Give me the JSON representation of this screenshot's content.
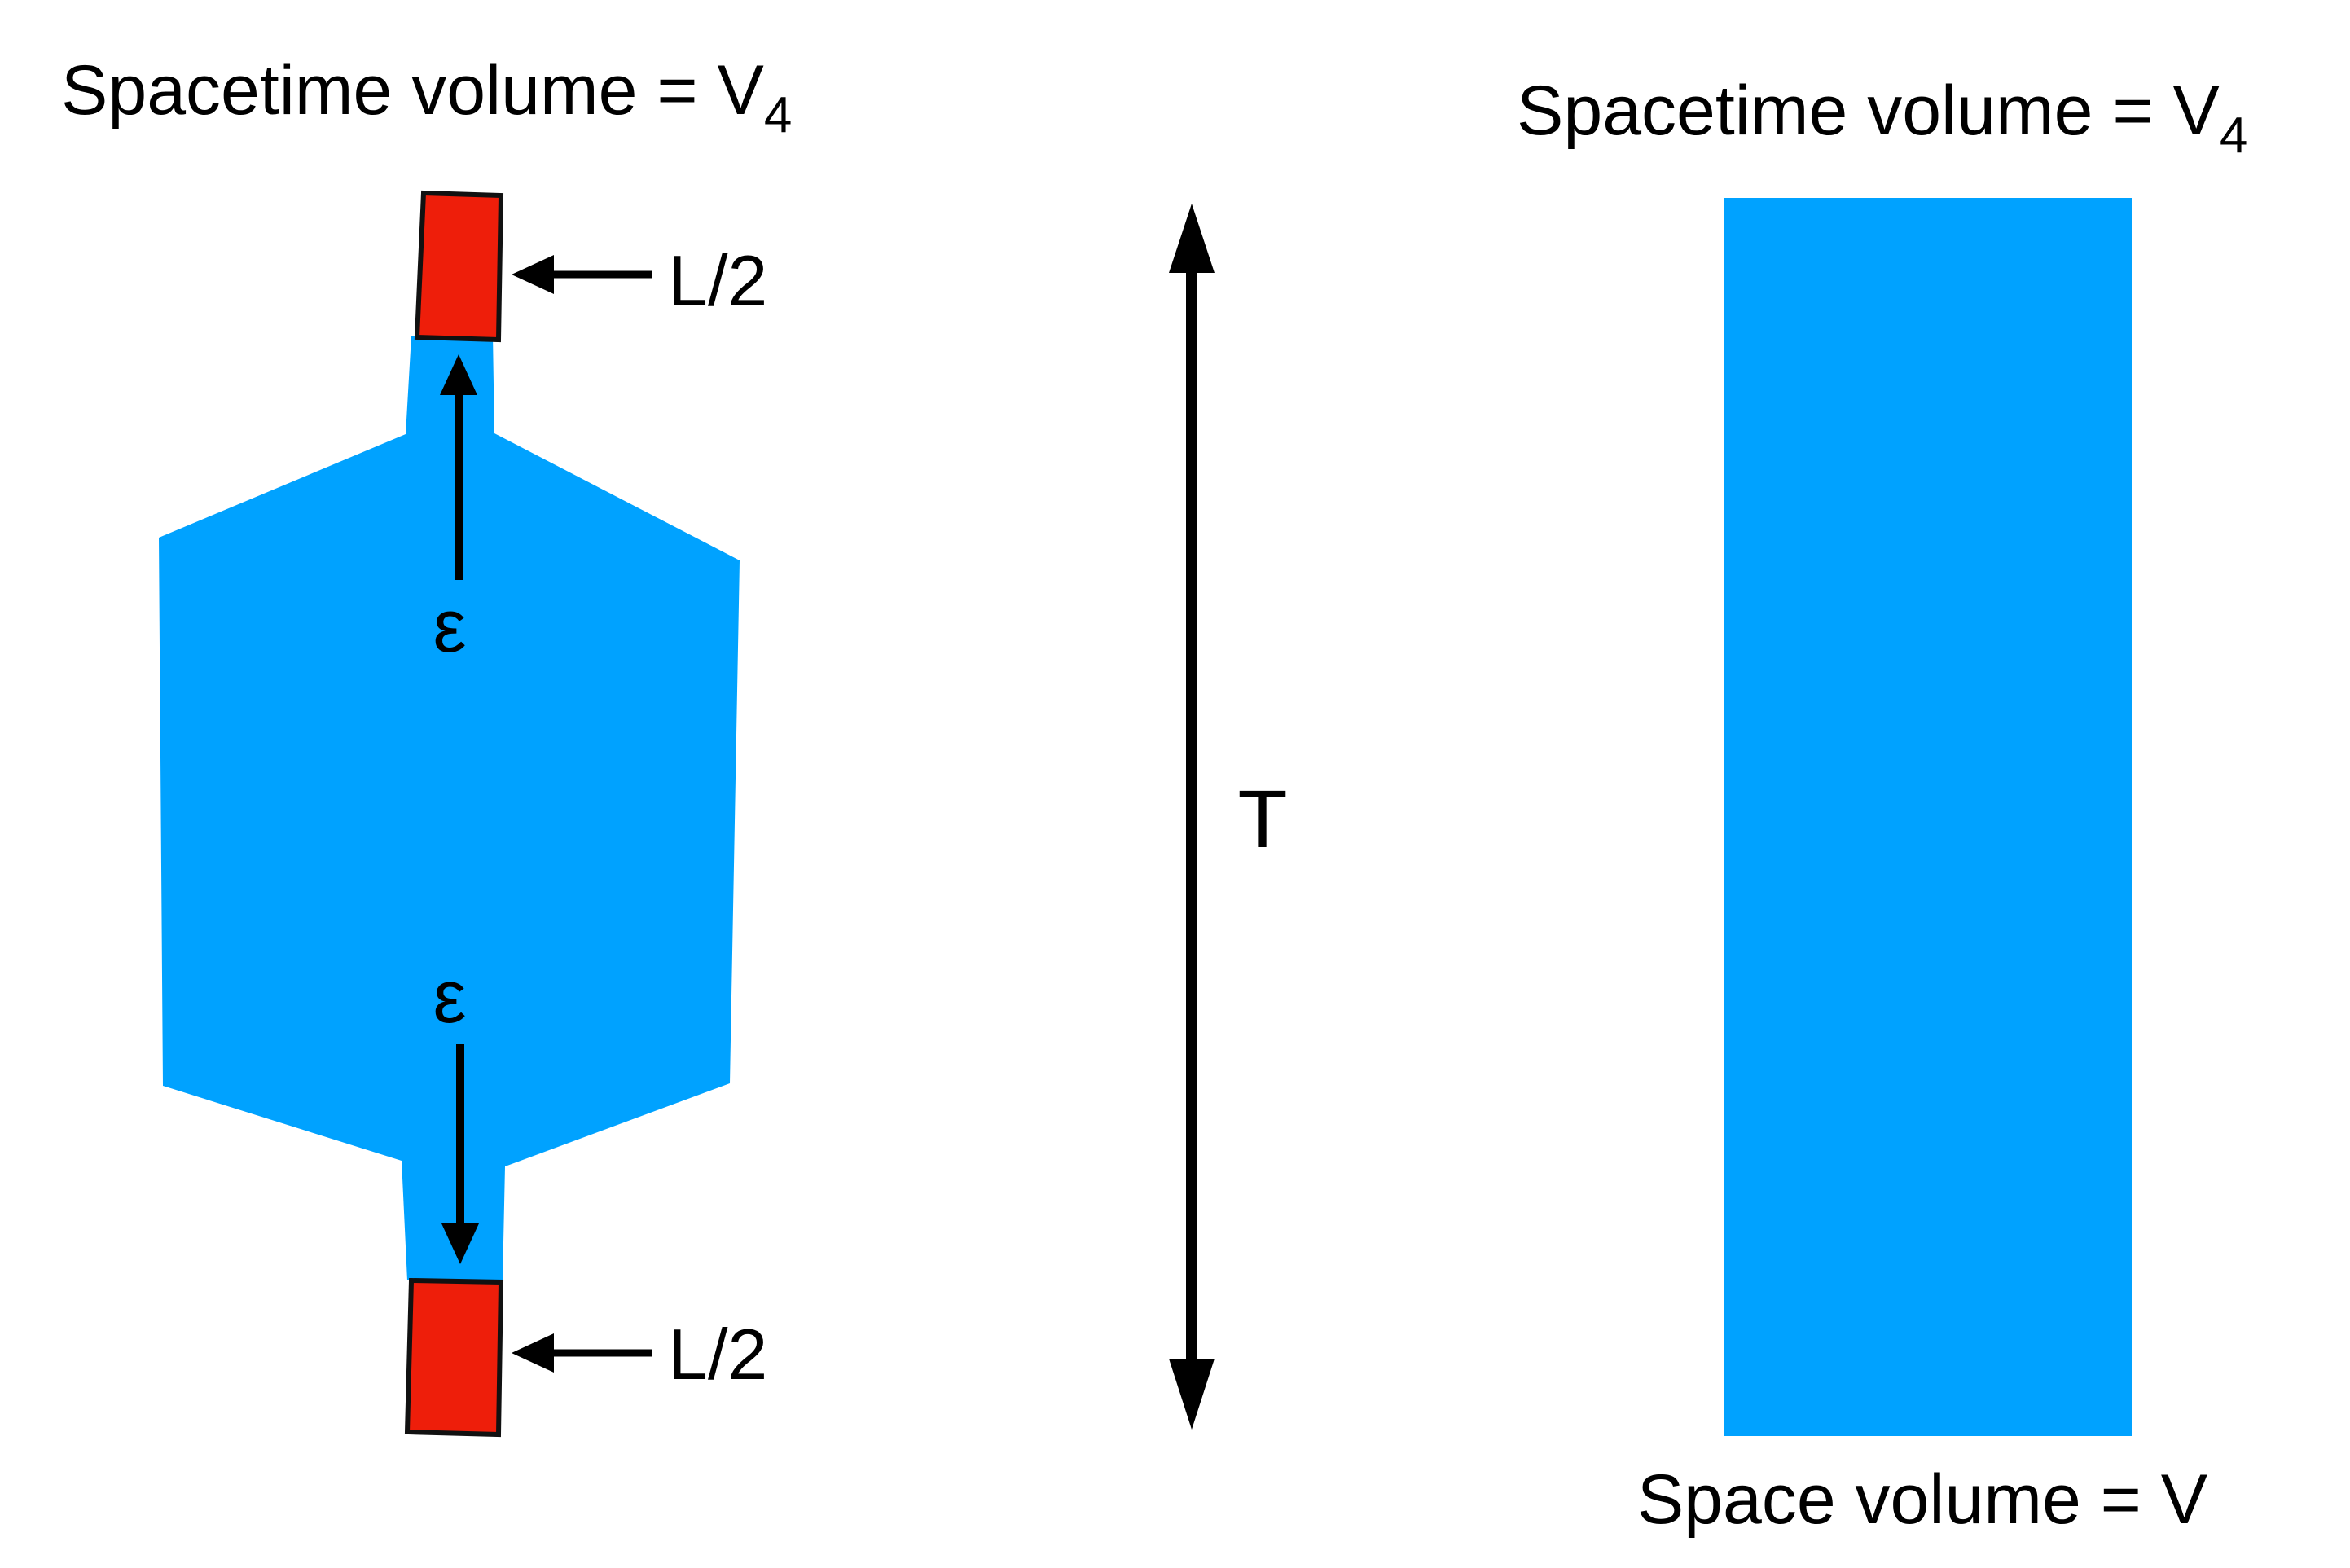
{
  "left_panel": {
    "title": "Spacetime volume = V",
    "title_sub": "4",
    "top_label": "L/2",
    "bottom_label": "L/2",
    "top_epsilon": "ε",
    "bottom_epsilon": "ε"
  },
  "middle": {
    "time_label": "T"
  },
  "right_panel": {
    "title": "Spacetime volume = V",
    "title_sub": "4",
    "bottom_label": "Space volume = V"
  },
  "colors": {
    "region": "#00a2ff",
    "boundary": "#ee1e0a",
    "ink": "#000000",
    "background": "#ffffff"
  }
}
